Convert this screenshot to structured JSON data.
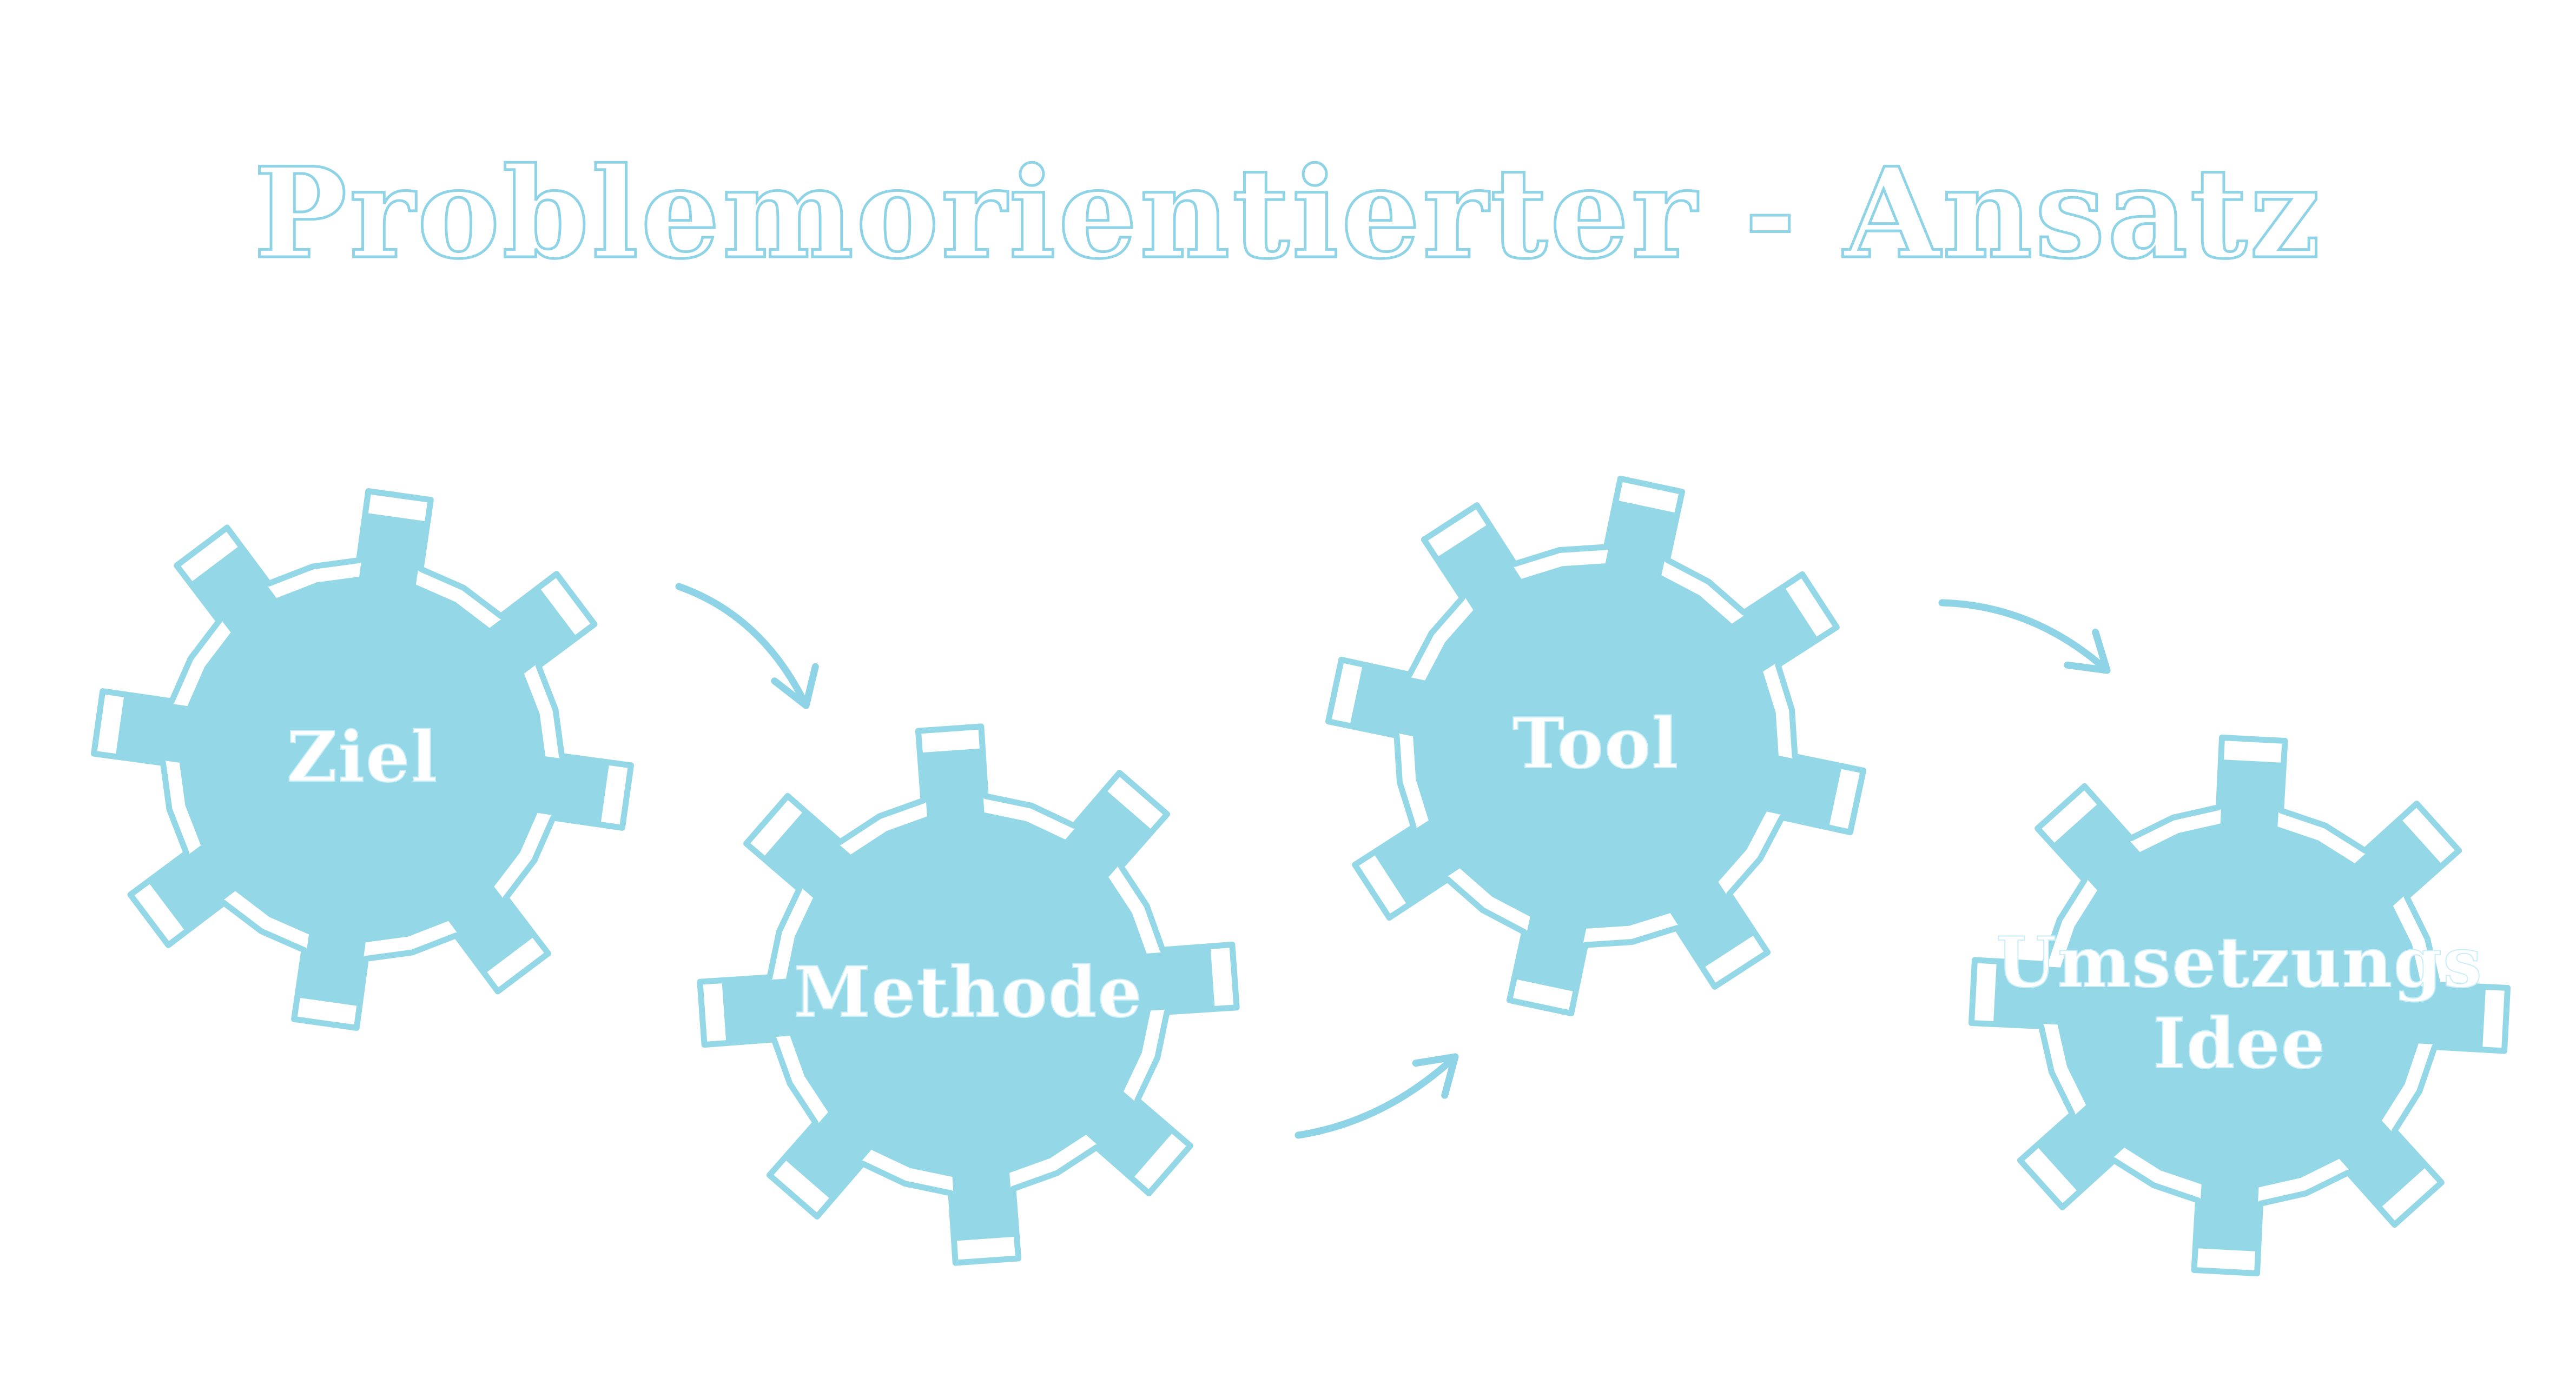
{
  "title": "Problemorientierter - Ansatz",
  "colors": {
    "gear_fill": "#94d8e8",
    "gear_outline": "#94d8e8",
    "title": "#8fd3e6",
    "label": "#ffffff",
    "background": "#ffffff"
  },
  "steps": [
    {
      "label_lines": [
        "Ziel"
      ]
    },
    {
      "label_lines": [
        "Methode"
      ]
    },
    {
      "label_lines": [
        "Tool"
      ]
    },
    {
      "label_lines": [
        "Umsetzungs",
        "Idee"
      ]
    }
  ],
  "icons": [
    "gear-icon",
    "curved-arrow-icon"
  ]
}
